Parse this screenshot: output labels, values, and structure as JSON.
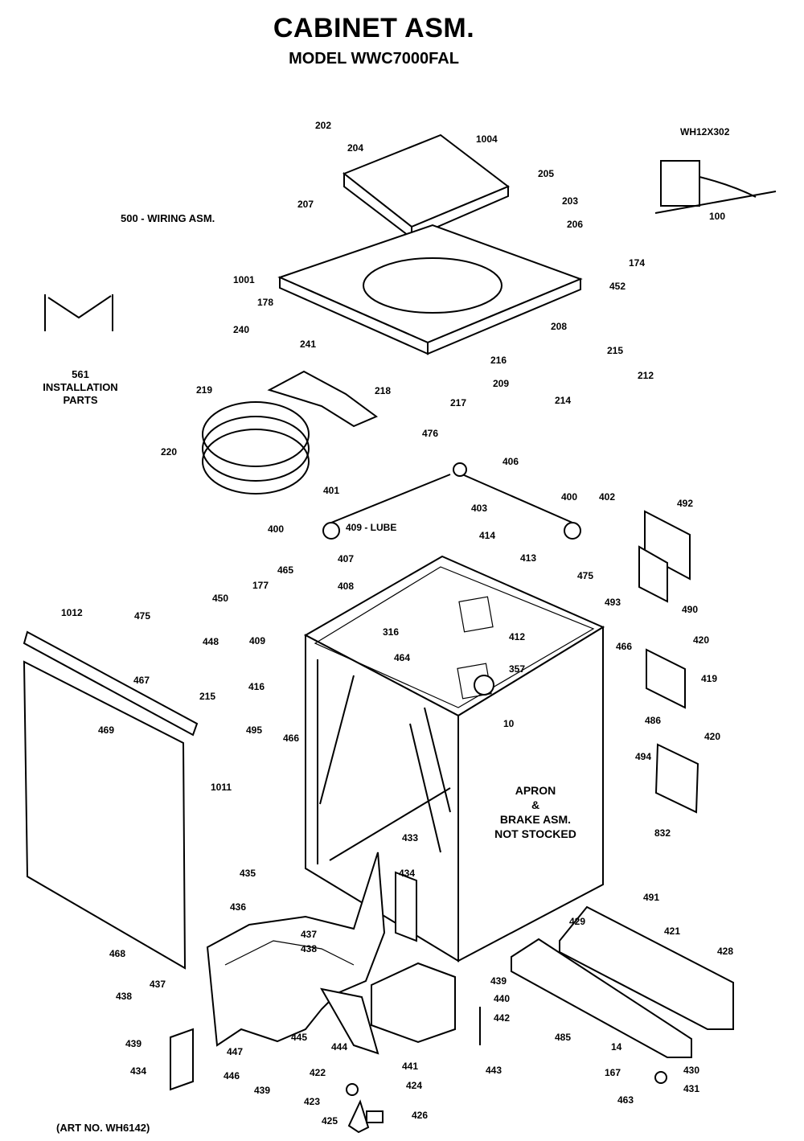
{
  "header": {
    "title": "CABINET ASM.",
    "model": "MODEL WWC7000FAL"
  },
  "notes": {
    "wiring": "500 - WIRING ASM.",
    "install_number": "561",
    "install_line1": "INSTALLATION",
    "install_line2": "PARTS",
    "apron_line1": "APRON",
    "apron_line2": "&",
    "apron_line3": "BRAKE ASM.",
    "apron_line4": "NOT STOCKED",
    "lube": "409 - LUBE",
    "art_no": "(ART NO. WH6142)"
  },
  "callouts": [
    "202",
    "204",
    "1004",
    "205",
    "203",
    "206",
    "207",
    "WH12X302",
    "100",
    "1001",
    "174",
    "452",
    "178",
    "240",
    "241",
    "208",
    "216",
    "215",
    "209",
    "214",
    "212",
    "217",
    "219",
    "218",
    "220",
    "476",
    "406",
    "403",
    "401",
    "400",
    "400",
    "402",
    "414",
    "407",
    "408",
    "413",
    "465",
    "177",
    "450",
    "475",
    "492",
    "493",
    "490",
    "1012",
    "475",
    "448",
    "409",
    "466",
    "420",
    "316",
    "412",
    "357",
    "464",
    "467",
    "215",
    "416",
    "419",
    "10",
    "495",
    "466",
    "486",
    "420",
    "469",
    "494",
    "1011",
    "832",
    "433",
    "435",
    "434",
    "436",
    "491",
    "429",
    "421",
    "428",
    "468",
    "437",
    "438",
    "437",
    "438",
    "439",
    "440",
    "442",
    "439",
    "485",
    "447",
    "445",
    "444",
    "441",
    "443",
    "14",
    "430",
    "167",
    "446",
    "422",
    "424",
    "431",
    "463",
    "434",
    "439",
    "423",
    "425",
    "426"
  ]
}
